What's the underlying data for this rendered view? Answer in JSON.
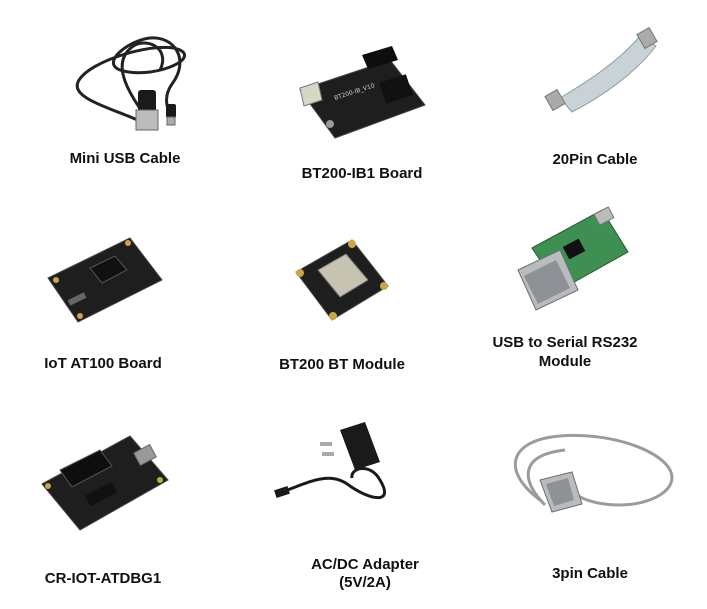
{
  "items": [
    {
      "label": "Mini USB Cable"
    },
    {
      "label": "BT200-IB1 Board"
    },
    {
      "label": "20Pin Cable"
    },
    {
      "label": "IoT AT100 Board"
    },
    {
      "label": "BT200 BT Module"
    },
    {
      "label": "USB to Serial RS232",
      "label2": "Module"
    },
    {
      "label": "CR-IOT-ATDBG1"
    },
    {
      "label": "AC/DC Adapter",
      "label2": "(5V/2A)"
    },
    {
      "label": "3pin Cable"
    }
  ],
  "colors": {
    "pcb_dark": "#1e1e1e",
    "pcb_green": "#3f8f53",
    "connector": "#111111",
    "cable_gray": "#9b9b9b",
    "ribbon": "#c9d2d6",
    "text": "#111111"
  }
}
